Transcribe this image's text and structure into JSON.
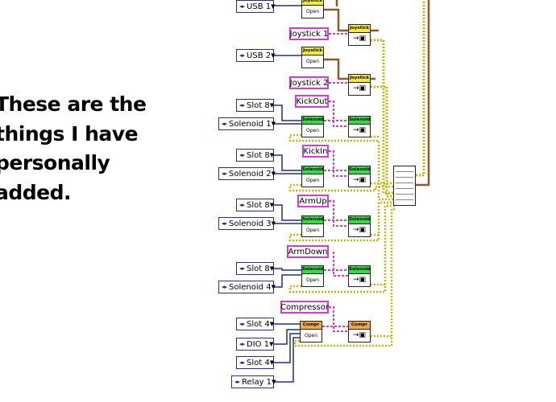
{
  "annotation": {
    "lines": [
      "These are the",
      "things I have",
      "personally",
      "added."
    ]
  },
  "controls": {
    "usb1": "USB 1",
    "usb2": "USB 2",
    "slot8a": "Slot 8",
    "solenoid1": "Solenoid 1",
    "slot8b": "Slot 8",
    "solenoid2": "Solenoid 2",
    "slot8c": "Slot 8",
    "solenoid3": "Solenoid 3",
    "slot8d": "Slot 8",
    "solenoid4": "Solenoid 4",
    "slot4a": "Slot 4",
    "dio1": "DIO 1",
    "slot4b": "Slot 4",
    "relay1": "Relay 1"
  },
  "strings": {
    "joystick1": "Joystick 1",
    "joystick2": "Joystick 2",
    "kickout": "KickOut",
    "kickin": "KickIn",
    "armup": "ArmUp",
    "armdown": "ArmDown",
    "compressor": "Compressor"
  },
  "vis": {
    "joystick_title": "Joystick",
    "solenoid_title": "Solenoid",
    "compressor_title": "Compr",
    "open_label": "Open",
    "ref_glyph": "→▣"
  },
  "colors": {
    "enum_border": "#1f2f8a",
    "string_border": "#d73ad7",
    "refnum_wire": "#8b5a2b",
    "cluster_wire": "#c9b400",
    "joystick_header": "#f5ea36",
    "solenoid_header": "#39d846",
    "compressor_header": "#f4a83a"
  }
}
